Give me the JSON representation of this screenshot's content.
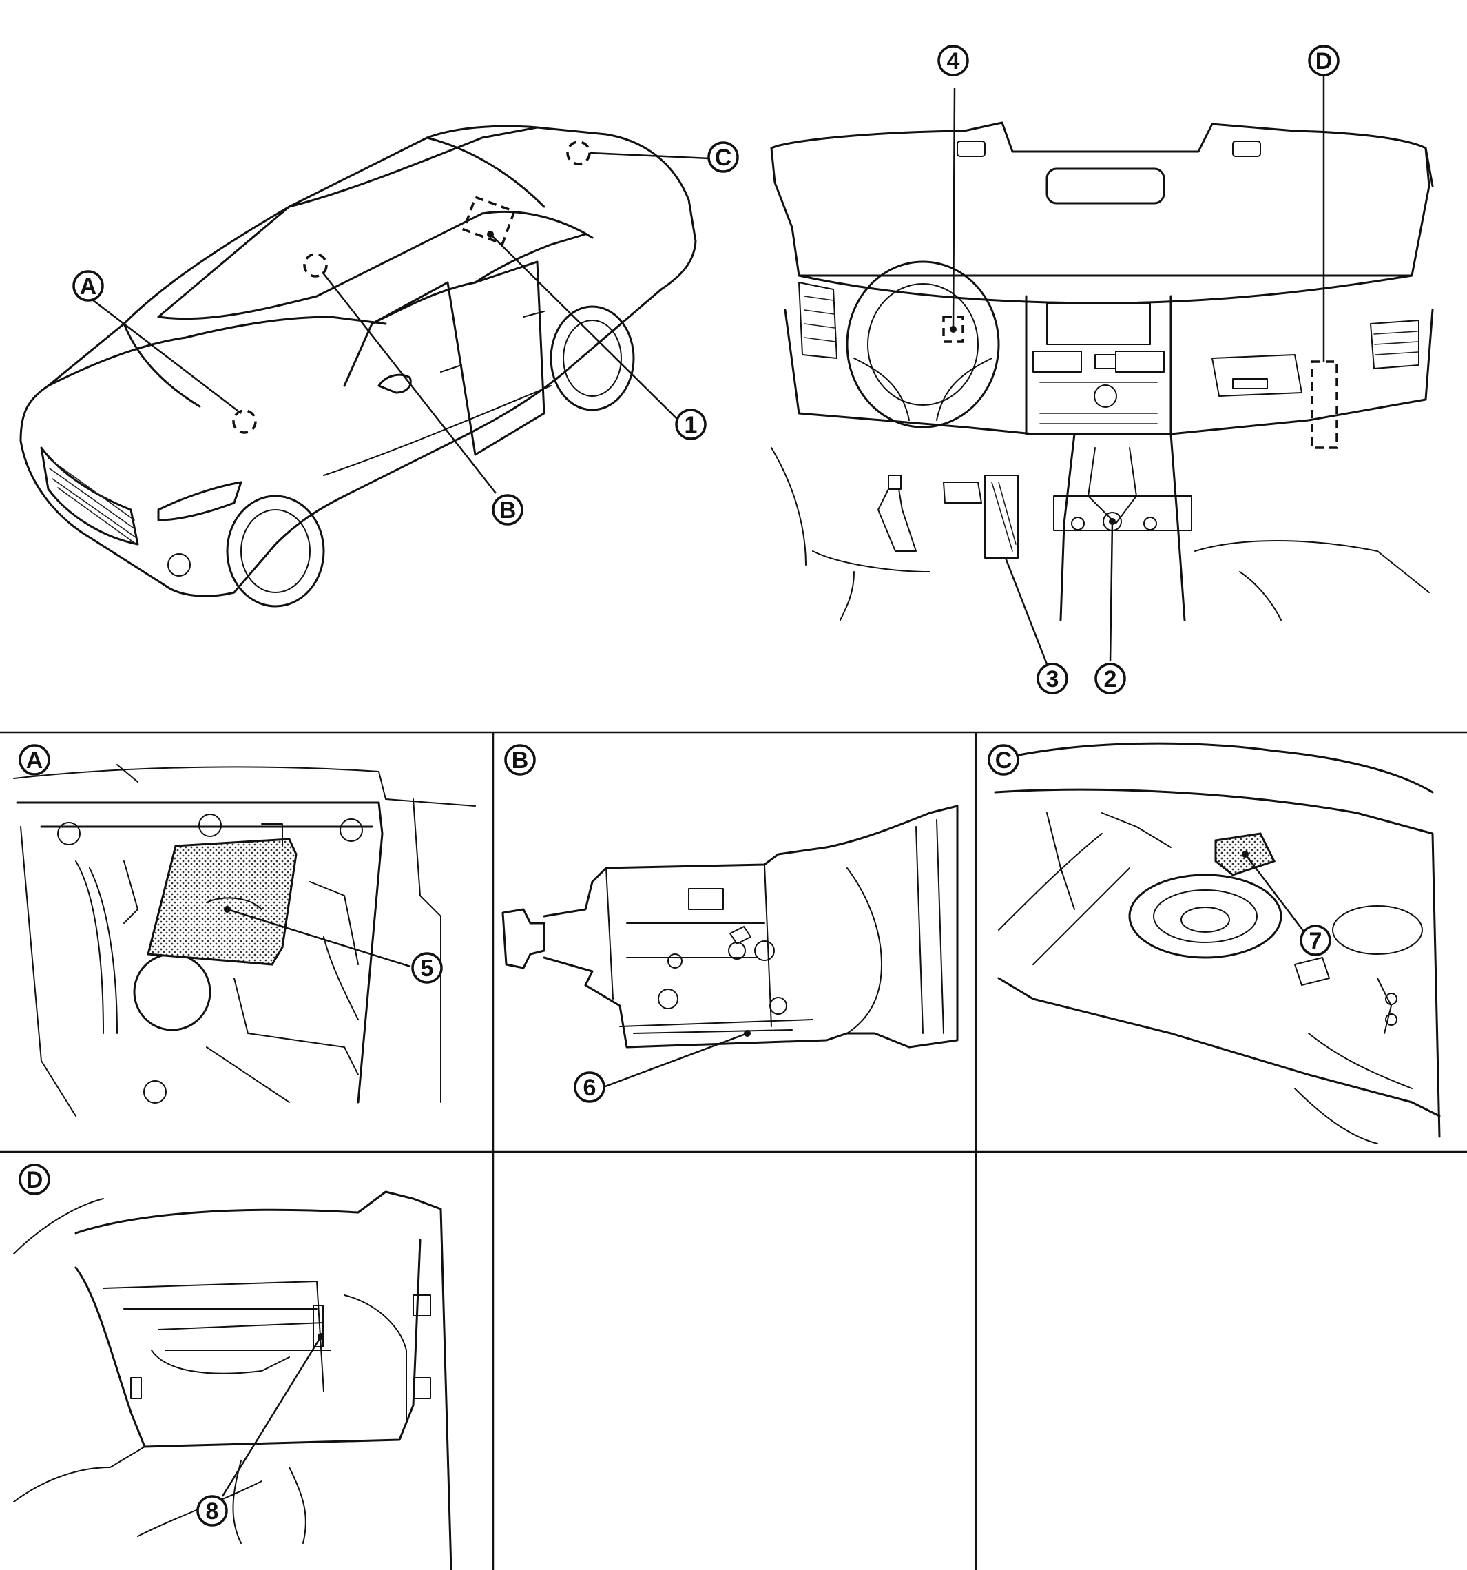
{
  "overview_callouts": {
    "A": "A",
    "B": "B",
    "C": "C",
    "one": "1"
  },
  "dashboard_callouts": {
    "four": "4",
    "D": "D",
    "three": "3",
    "two": "2"
  },
  "detail_panels": {
    "A": {
      "label": "A",
      "part": "5"
    },
    "B": {
      "label": "B",
      "part": "6"
    },
    "C": {
      "label": "C",
      "part": "7"
    },
    "D": {
      "label": "D",
      "part": "8"
    }
  }
}
